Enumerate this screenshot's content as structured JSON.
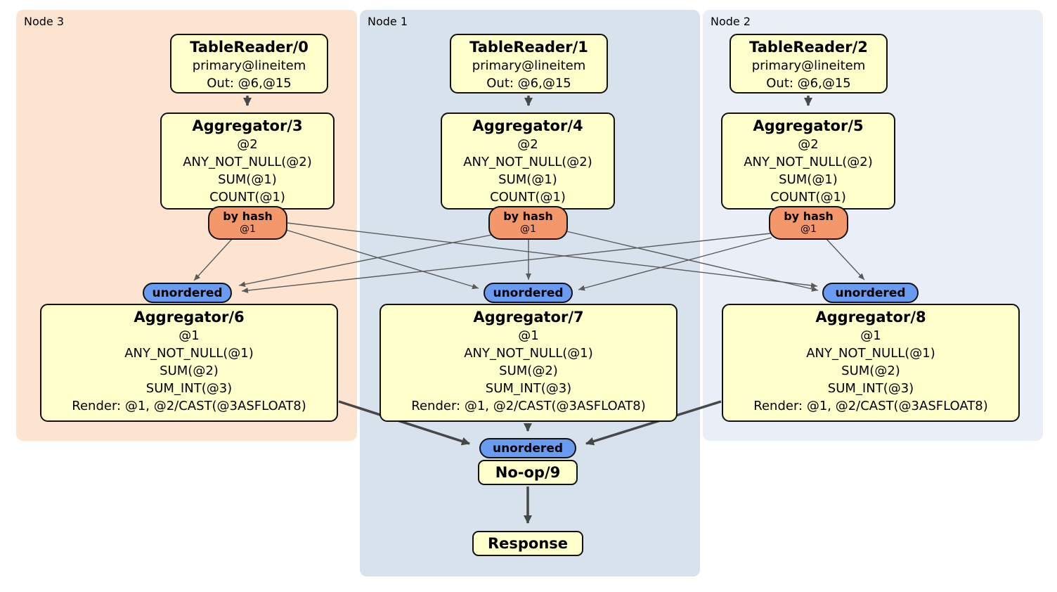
{
  "diagram_type": "distsql-query-plan",
  "regions": [
    {
      "label": "Node 3",
      "color": "#fce4d1"
    },
    {
      "label": "Node 1",
      "color": "#d7e2ec"
    },
    {
      "label": "Node 2",
      "color": "#e9eef7"
    }
  ],
  "boxes": {
    "tr0": {
      "title": "TableReader/0",
      "lines": [
        "primary@lineitem",
        "Out: @6,@15"
      ]
    },
    "tr1": {
      "title": "TableReader/1",
      "lines": [
        "primary@lineitem",
        "Out: @6,@15"
      ]
    },
    "tr2": {
      "title": "TableReader/2",
      "lines": [
        "primary@lineitem",
        "Out: @6,@15"
      ]
    },
    "agg3": {
      "title": "Aggregator/3",
      "lines": [
        "@2",
        "ANY_NOT_NULL(@2)",
        "SUM(@1)",
        "COUNT(@1)"
      ]
    },
    "agg4": {
      "title": "Aggregator/4",
      "lines": [
        "@2",
        "ANY_NOT_NULL(@2)",
        "SUM(@1)",
        "COUNT(@1)"
      ]
    },
    "agg5": {
      "title": "Aggregator/5",
      "lines": [
        "@2",
        "ANY_NOT_NULL(@2)",
        "SUM(@1)",
        "COUNT(@1)"
      ]
    },
    "agg6": {
      "title": "Aggregator/6",
      "lines": [
        "@1",
        "ANY_NOT_NULL(@1)",
        "SUM(@2)",
        "SUM_INT(@3)",
        "Render: @1, @2/CAST(@3ASFLOAT8)"
      ]
    },
    "agg7": {
      "title": "Aggregator/7",
      "lines": [
        "@1",
        "ANY_NOT_NULL(@1)",
        "SUM(@2)",
        "SUM_INT(@3)",
        "Render: @1, @2/CAST(@3ASFLOAT8)"
      ]
    },
    "agg8": {
      "title": "Aggregator/8",
      "lines": [
        "@1",
        "ANY_NOT_NULL(@1)",
        "SUM(@2)",
        "SUM_INT(@3)",
        "Render: @1, @2/CAST(@3ASFLOAT8)"
      ]
    },
    "noop": {
      "title": "No-op/9"
    },
    "response": {
      "title": "Response"
    }
  },
  "router": {
    "label": "by hash",
    "sub": "@1"
  },
  "sync": {
    "label": "unordered"
  },
  "colors": {
    "box_fill": "#ffffcc",
    "router_fill": "#f4976a",
    "sync_fill": "#699cf0",
    "region_node3": "#fce4d1",
    "region_node1": "#d7e2ec",
    "region_node2": "#e9eef7",
    "edge_thin": "#5a5a5a",
    "edge_thick": "#474747",
    "border": "#111111"
  }
}
